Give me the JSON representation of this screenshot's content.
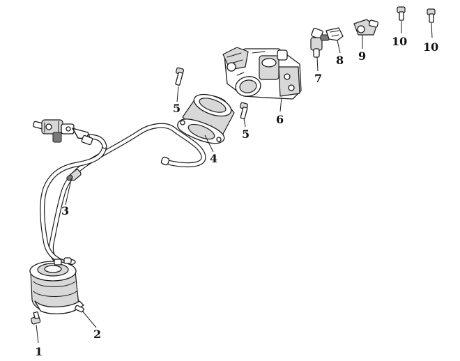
{
  "callouts": [
    {
      "id": "c1",
      "label": "1"
    },
    {
      "id": "c2",
      "label": "2"
    },
    {
      "id": "c3",
      "label": "3"
    },
    {
      "id": "c4",
      "label": "4"
    },
    {
      "id": "c5a",
      "label": "5"
    },
    {
      "id": "c5b",
      "label": "5"
    },
    {
      "id": "c6",
      "label": "6"
    },
    {
      "id": "c7",
      "label": "7"
    },
    {
      "id": "c8",
      "label": "8"
    },
    {
      "id": "c9",
      "label": "9"
    },
    {
      "id": "c10a",
      "label": "10"
    },
    {
      "id": "c10b",
      "label": "10"
    }
  ]
}
